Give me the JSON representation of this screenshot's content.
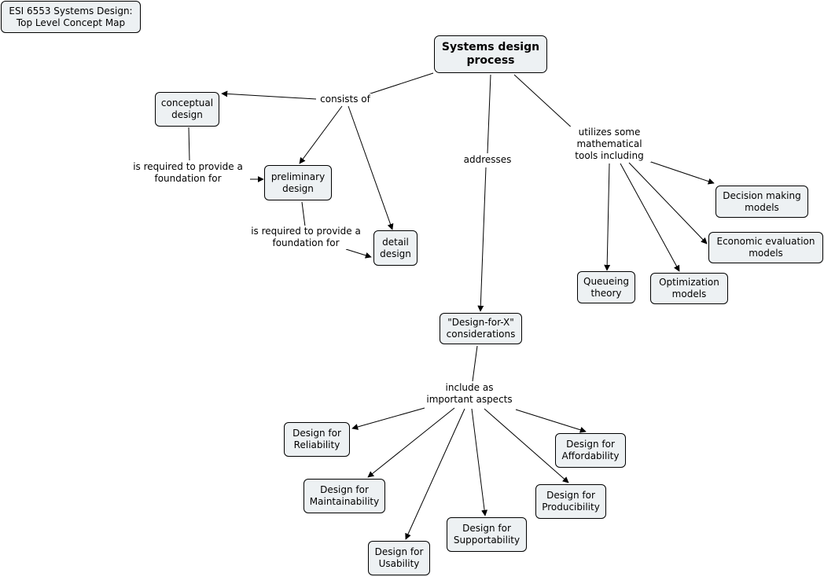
{
  "map_title": "ESI 6553 Systems Design:\nTop Level Concept Map",
  "nodes": {
    "systems_design_process": "Systems design\nprocess",
    "conceptual_design": "conceptual\ndesign",
    "preliminary_design": "preliminary\ndesign",
    "detail_design": "detail\ndesign",
    "design_for_x": "\"Design-for-X\"\nconsiderations",
    "decision_making_models": "Decision making\nmodels",
    "economic_evaluation_models": "Economic evaluation\nmodels",
    "queueing_theory": "Queueing\ntheory",
    "optimization_models": "Optimization\nmodels",
    "design_for_reliability": "Design for\nReliability",
    "design_for_maintainability": "Design for\nMaintainability",
    "design_for_usability": "Design for\nUsability",
    "design_for_supportability": "Design for\nSupportability",
    "design_for_producibility": "Design for\nProducibility",
    "design_for_affordability": "Design for\nAffordability"
  },
  "links": {
    "consists_of": "consists of",
    "addresses": "addresses",
    "utilizes": "utilizes some\nmathematical\ntools including",
    "required_1": "is required to provide a\nfoundation for",
    "required_2": "is required to provide a\nfoundation for",
    "include": "include as\nimportant aspects"
  },
  "colors": {
    "node_fill": "#edf1f3",
    "stroke": "#000000"
  }
}
